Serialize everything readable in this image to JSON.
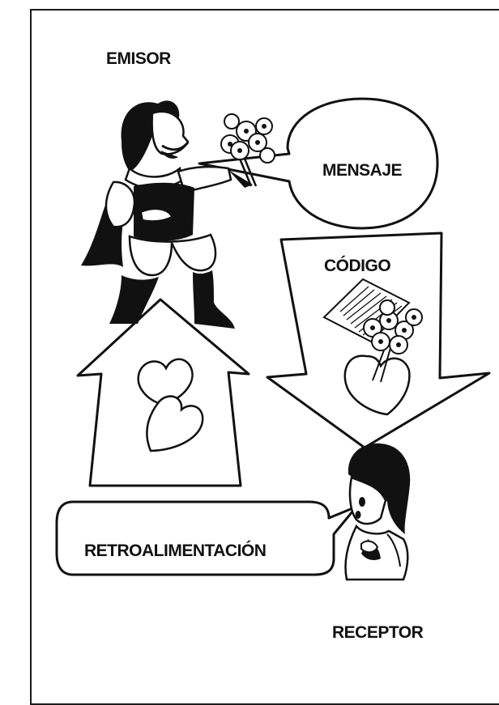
{
  "diagram": {
    "labels": {
      "emisor": "EMISOR",
      "mensaje": "MENSAJE",
      "codigo": "CÓDIGO",
      "retroalimentacion": "RETROALIMENTACIÓN",
      "receptor": "RECEPTOR"
    },
    "nodes": [
      {
        "id": "emisor",
        "icon": "man-with-flowers-illustration"
      },
      {
        "id": "mensaje",
        "icon": "speech-bubble"
      },
      {
        "id": "codigo",
        "icon": "down-arrow-with-letter-and-bouquet"
      },
      {
        "id": "receptor",
        "icon": "woman-illustration"
      },
      {
        "id": "retroalimentacion",
        "icon": "speech-bubble"
      },
      {
        "id": "feedback-arrow",
        "icon": "up-arrow-with-hearts"
      }
    ],
    "edges": [
      {
        "from": "emisor",
        "to": "mensaje"
      },
      {
        "from": "mensaje",
        "to": "receptor",
        "via": "codigo"
      },
      {
        "from": "receptor",
        "to": "emisor",
        "via": "retroalimentacion"
      }
    ],
    "colors": {
      "ink": "#111111",
      "paper": "#ffffff"
    }
  }
}
